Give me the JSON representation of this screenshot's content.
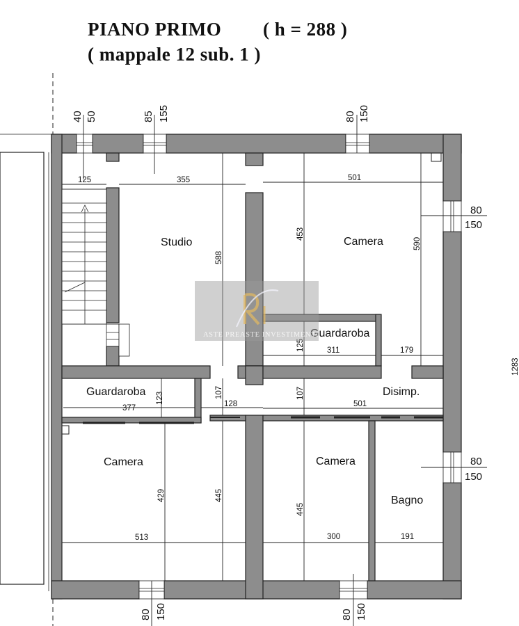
{
  "title": {
    "line1": "PIANO PRIMO",
    "height": "( h = 288 )",
    "line2": "( mappale 12 sub. 1 )"
  },
  "rooms": {
    "studio": "Studio",
    "camera_ne": "Camera",
    "guardaroba_n": "Guardaroba",
    "guardaroba_w": "Guardaroba",
    "disimp": "Disimp.",
    "camera_sw": "Camera",
    "camera_s": "Camera",
    "bagno": "Bagno"
  },
  "dimensions": {
    "stair_w": "125",
    "studio_w": "355",
    "studio_h": "588",
    "camera_ne_w": "501",
    "camera_ne_h1": "453",
    "camera_ne_h2": "590",
    "guardaroba_n_h": "125",
    "guardaroba_n_w": "311",
    "camera_ne_w2": "179",
    "guardaroba_w_w": "377",
    "guardaroba_w_h": "123",
    "corr_h": "107",
    "corr_w": "128",
    "disimp_h": "107",
    "disimp_w": "501",
    "camera_sw_h1": "429",
    "camera_sw_h2": "445",
    "camera_sw_w": "513",
    "camera_s_h": "445",
    "camera_s_w": "300",
    "bagno_w": "191",
    "total_h": "1283"
  },
  "openings": {
    "top1_a": "40",
    "top1_b": "50",
    "top2_a": "85",
    "top2_b": "155",
    "top3_a": "80",
    "top3_b": "150",
    "right1_a": "80",
    "right1_b": "150",
    "right2_a": "80",
    "right2_b": "150",
    "bottom1_a": "80",
    "bottom1_b": "150",
    "bottom2_a": "80",
    "bottom2_b": "150"
  },
  "watermark": {
    "text": "ASTE PREASTE INVESTIMENTI",
    "logo": "ri-logo-icon"
  }
}
